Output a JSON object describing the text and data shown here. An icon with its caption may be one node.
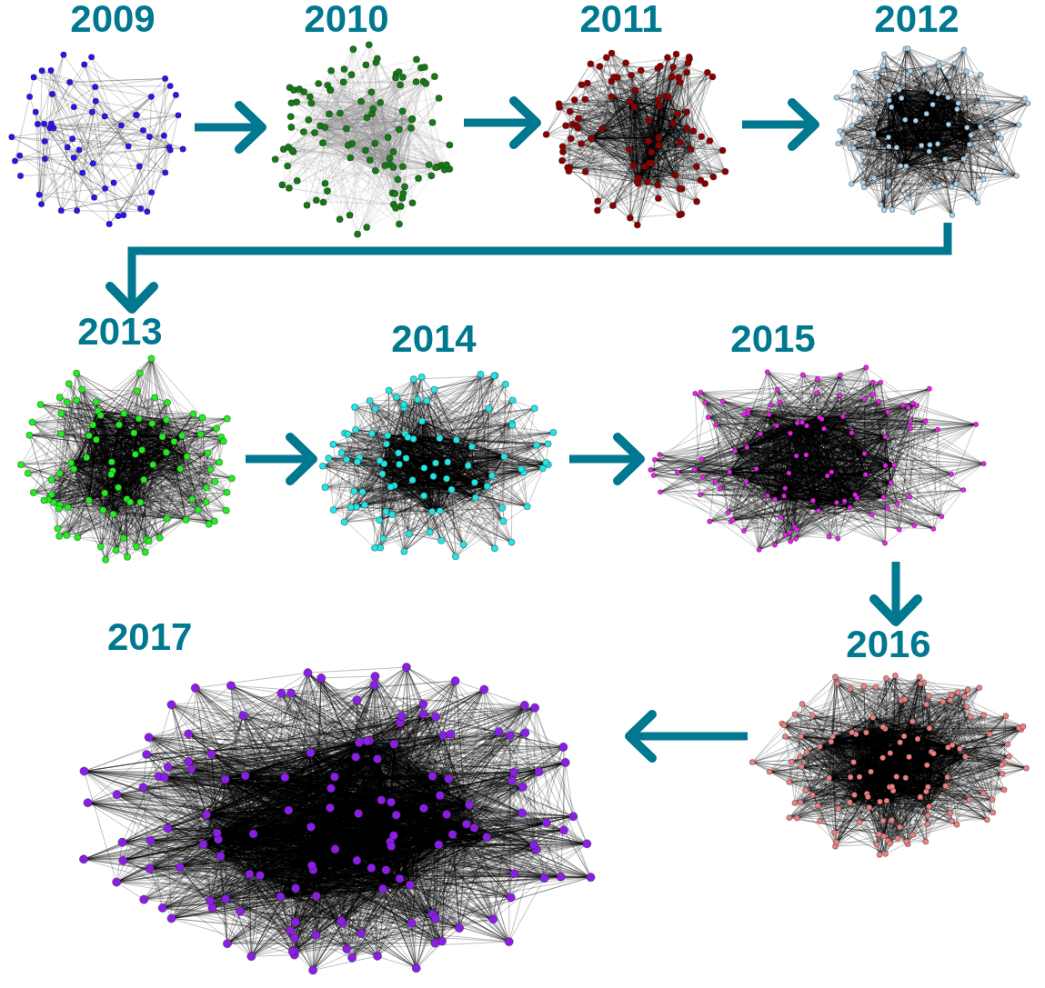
{
  "diagram": {
    "nodes": [
      {
        "text": [
          "2009"
        ]
      },
      {
        "text": [
          "2010"
        ]
      },
      {
        "text": [
          "2011"
        ]
      },
      {
        "text": [
          "2012"
        ]
      },
      {
        "text": [
          "2013"
        ]
      },
      {
        "text": [
          "2014"
        ]
      },
      {
        "text": [
          "2015"
        ]
      },
      {
        "text": [
          "2016"
        ]
      },
      {
        "text": [
          "2017"
        ]
      }
    ],
    "edges": [
      {
        "from": 0,
        "to": 1,
        "arrow": "to"
      },
      {
        "from": 1,
        "to": 2,
        "arrow": "to"
      },
      {
        "from": 2,
        "to": 3,
        "arrow": "to"
      },
      {
        "from": 3,
        "to": 4,
        "arrow": "to"
      },
      {
        "from": 4,
        "to": 5,
        "arrow": "to"
      },
      {
        "from": 5,
        "to": 6,
        "arrow": "to"
      },
      {
        "from": 6,
        "to": 7,
        "arrow": "to"
      },
      {
        "from": 7,
        "to": 8,
        "arrow": "to"
      }
    ]
  }
}
